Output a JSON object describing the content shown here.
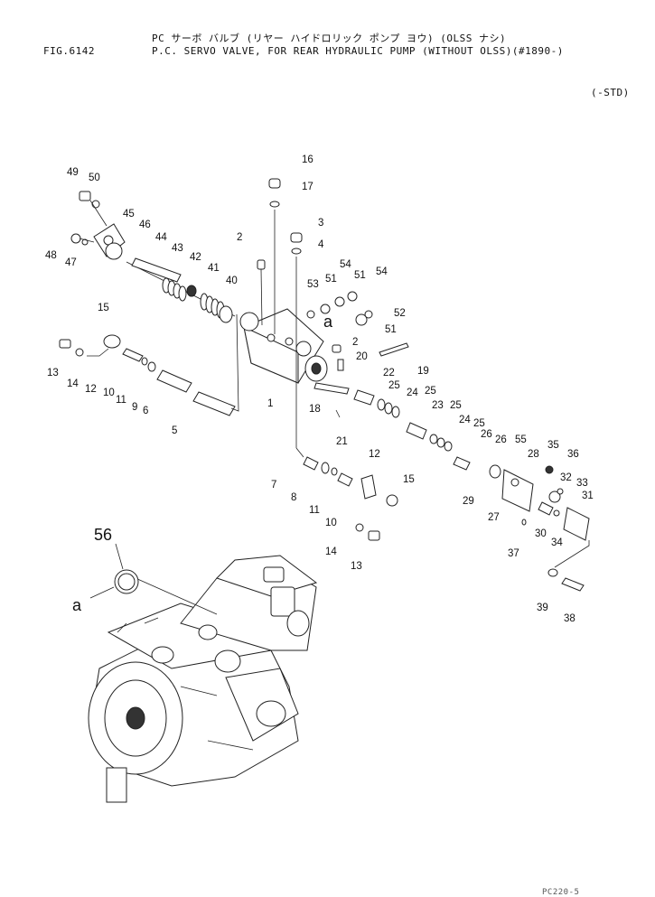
{
  "header": {
    "figure_no": "FIG.6142",
    "title_jp": "PC サーボ バルブ (リヤー ハイドロリック ポンプ ヨウ) (OLSS ナシ)",
    "title_en": "P.C. SERVO VALVE, FOR REAR HYDRAULIC PUMP (WITHOUT OLSS)(#1890-)",
    "variant": "(-STD)"
  },
  "callouts": {
    "p1": "1",
    "p2a": "2",
    "p2b": "2",
    "p3": "3",
    "p4": "4",
    "p5": "5",
    "p6": "6",
    "p7": "7",
    "p8": "8",
    "p9": "9",
    "p10a": "10",
    "p10b": "10",
    "p11a": "11",
    "p11b": "11",
    "p12a": "12",
    "p12b": "12",
    "p13a": "13",
    "p13b": "13",
    "p14a": "14",
    "p14b": "14",
    "p15a": "15",
    "p15b": "15",
    "p16": "16",
    "p17": "17",
    "p18": "18",
    "p19": "19",
    "p20": "20",
    "p21": "21",
    "p22": "22",
    "p23": "23",
    "p24a": "24",
    "p24b": "24",
    "p25a": "25",
    "p25b": "25",
    "p25c": "25",
    "p25d": "25",
    "p26a": "26",
    "p26b": "26",
    "p27": "27",
    "p28": "28",
    "p29": "29",
    "p30": "30",
    "p31": "31",
    "p32": "32",
    "p33": "33",
    "p34": "34",
    "p35": "35",
    "p36": "36",
    "p37": "37",
    "p38": "38",
    "p39": "39",
    "p40": "40",
    "p41": "41",
    "p42": "42",
    "p43": "43",
    "p44": "44",
    "p45": "45",
    "p46": "46",
    "p47": "47",
    "p48": "48",
    "p49": "49",
    "p50": "50",
    "p51a": "51",
    "p51b": "51",
    "p51c": "51",
    "p52": "52",
    "p53": "53",
    "p54a": "54",
    "p54b": "54",
    "p55": "55",
    "p56": "56",
    "ref_a1": "a",
    "ref_a2": "a"
  },
  "footer_code": "PC220-5"
}
